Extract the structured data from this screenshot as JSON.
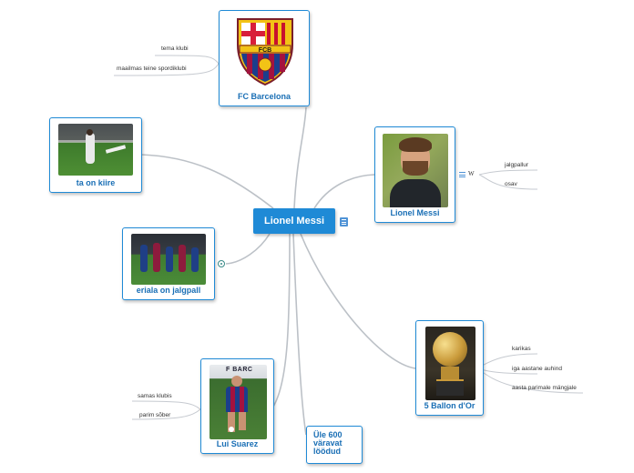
{
  "central": {
    "label": "Lionel Messi"
  },
  "topics": {
    "barcelona": {
      "label": "FC Barcelona",
      "crest_text": "FCB",
      "leaves": [
        "tema klubi",
        "maailmas teine spordiklubi"
      ]
    },
    "kiire": {
      "label": "ta on kiire"
    },
    "jalgpall": {
      "label": "eriala on jalgpall"
    },
    "messi": {
      "label": "Lionel Messi",
      "wiki_symbol": "W",
      "leaves": [
        "jalgpallur",
        "osav"
      ]
    },
    "ballon": {
      "label": "5 Ballon d'Or",
      "leaves": [
        "karikas",
        "iga aastane auhind",
        "aasta parimale mängjale"
      ]
    },
    "suarez": {
      "label": "Lui Suarez",
      "shirt_text": "F BARC",
      "leaves": [
        "samas klubis",
        "parim sõber"
      ]
    },
    "goals": {
      "label": "Üle 600 väravat löödud"
    }
  },
  "colors": {
    "accent": "#1f8ad6",
    "link": "#b9bec5",
    "topic_text": "#1a6fb5"
  }
}
